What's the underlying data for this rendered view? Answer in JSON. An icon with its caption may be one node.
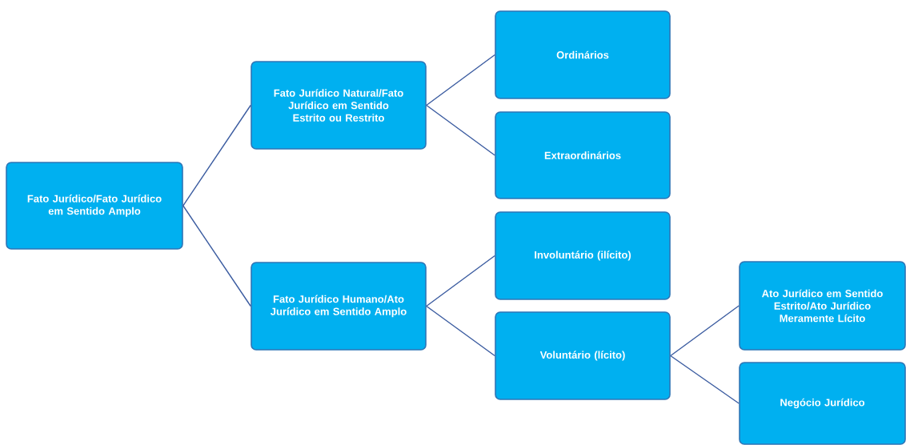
{
  "diagram": {
    "nodes": [
      {
        "text": [
          "Fato Jurídico/Fato Jurídico em Sentido Amplo"
        ]
      },
      {
        "text": [
          "Fato Jurídico Natural/Fato Jurídico em Sentido Estrito ou Restrito"
        ]
      },
      {
        "text": [
          "Ordinários"
        ]
      },
      {
        "text": [
          "Extraordinários"
        ]
      },
      {
        "text": [
          "Fato Jurídico Humano/Ato Jurídico em Sentido Amplo"
        ]
      },
      {
        "text": [
          "Involuntário (ilícito)"
        ]
      },
      {
        "text": [
          "Voluntário (lícito)"
        ]
      },
      {
        "text": [
          "Ato Jurídico em Sentido Estrito/Ato Jurídico Meramente Lícito"
        ]
      },
      {
        "text": [
          "Negócio Jurídico"
        ]
      }
    ],
    "edges": [
      {
        "from": 0,
        "to": 1,
        "arrow": "none"
      },
      {
        "from": 0,
        "to": 4,
        "arrow": "none"
      },
      {
        "from": 1,
        "to": 2,
        "arrow": "none"
      },
      {
        "from": 1,
        "to": 3,
        "arrow": "none"
      },
      {
        "from": 4,
        "to": 5,
        "arrow": "none"
      },
      {
        "from": 4,
        "to": 6,
        "arrow": "none"
      },
      {
        "from": 6,
        "to": 7,
        "arrow": "none"
      },
      {
        "from": 6,
        "to": 8,
        "arrow": "none"
      }
    ]
  }
}
